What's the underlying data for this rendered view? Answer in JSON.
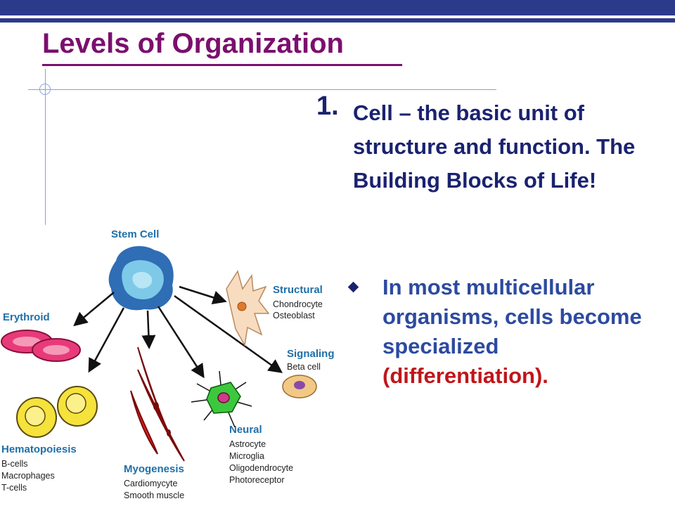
{
  "colors": {
    "bar": "#2c3a8c",
    "title": "#7b0f6e",
    "body": "#1a2270",
    "bullet_text": "#2c4aa0",
    "highlight": "#c0161a"
  },
  "slide": {
    "title": "Levels of Organization",
    "point_number": "1.",
    "point_text": "Cell – the basic unit of structure and function. The Building Blocks of Life!",
    "bullet_icon": "diamond-bullet-icon",
    "bullet_text": "In most multicellular organisms, cells become specialized",
    "bullet_highlight": "(differentiation)."
  },
  "diagram": {
    "stem_cell": "Stem Cell",
    "structural": {
      "label": "Structural",
      "items": [
        "Chondrocyte",
        "Osteoblast"
      ]
    },
    "erythroid": {
      "label": "Erythroid"
    },
    "signaling": {
      "label": "Signaling",
      "items": [
        "Beta cell"
      ]
    },
    "hematopoiesis": {
      "label": "Hematopoiesis",
      "items": [
        "B-cells",
        "Macrophages",
        "T-cells"
      ]
    },
    "myogenesis": {
      "label": "Myogenesis",
      "items": [
        "Cardiomycyte",
        "Smooth muscle"
      ]
    },
    "neural": {
      "label": "Neural",
      "items": [
        "Astrocyte",
        "Microglia",
        "Oligodendrocyte",
        "Photoreceptor"
      ]
    }
  }
}
